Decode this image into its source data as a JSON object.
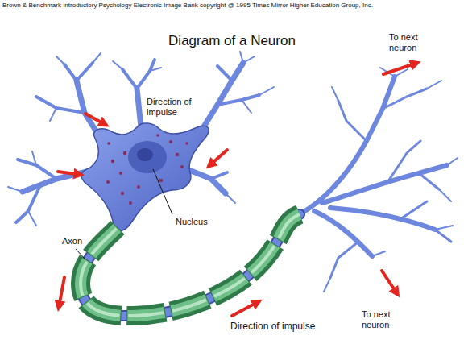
{
  "diagram": {
    "title": "Diagram of a Neuron",
    "labels": [
      "Brown & Benchmark Introductory Psychology Electronic Image Bank copyright @ 1995 Times Mirror Higher Education Group, Inc.",
      "Direction of impulse",
      "Nucleus",
      "Axon",
      "Direction of impulse",
      "To next neuron",
      "To next neuron"
    ]
  }
}
